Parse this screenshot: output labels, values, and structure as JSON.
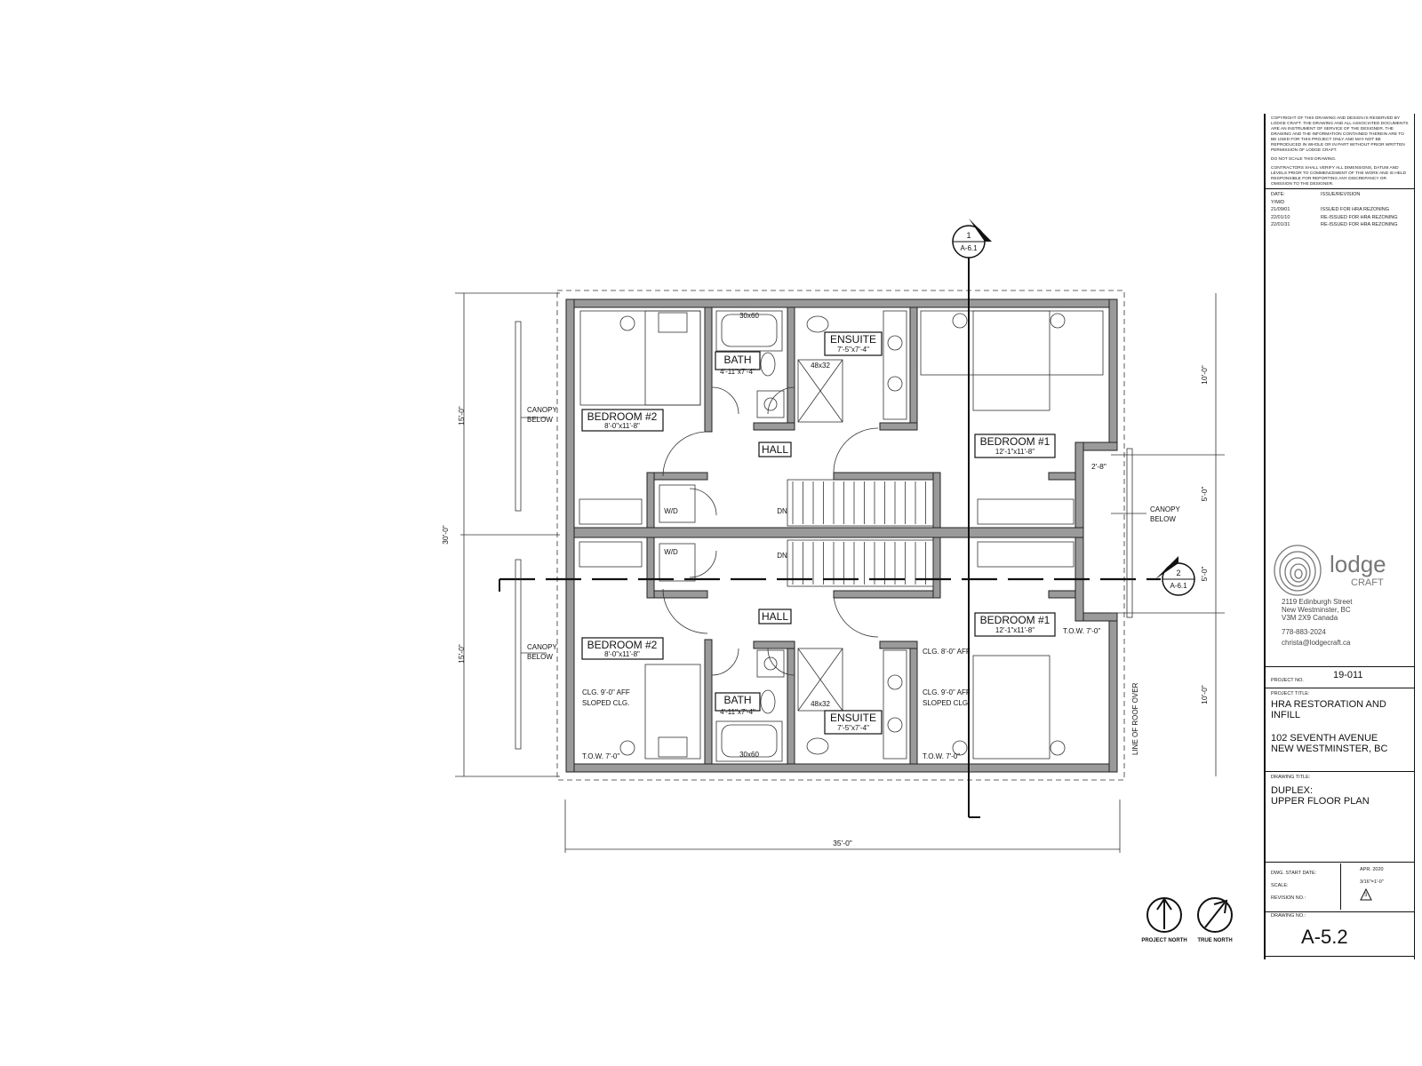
{
  "plan": {
    "overall_width": "35'-0\"",
    "overall_depth": "30'-0\"",
    "dims_left": [
      "15'-0\"",
      "15'-0\""
    ],
    "dims_right": [
      "10'-0\"",
      "5'-0\"",
      "5'-0\"",
      "10'-0\""
    ],
    "dim_2_8": "2'-8\"",
    "canopy": [
      "CANOPY",
      "BELOW"
    ],
    "unit_upper": {
      "bedroom2": {
        "name": "BEDROOM #2",
        "size": "8'-0\"x11'-8\""
      },
      "bath": {
        "name": "BATH",
        "size": "4'-11\"x7'-4\""
      },
      "ensuite": {
        "name": "ENSUITE",
        "size": "7'-5\"x7'-4\""
      },
      "bedroom1": {
        "name": "BEDROOM #1",
        "size": "12'-1\"x11'-8\""
      },
      "hall": "HALL",
      "tub": "30x60",
      "shower": "48x32",
      "wd": "W/D",
      "dn": "DN"
    },
    "unit_lower": {
      "bedroom2": {
        "name": "BEDROOM #2",
        "size": "8'-0\"x11'-8\""
      },
      "bath": {
        "name": "BATH",
        "size": "4'-11\"x7'-4\""
      },
      "ensuite": {
        "name": "ENSUITE",
        "size": "7'-5\"x7'-4\""
      },
      "bedroom1": {
        "name": "BEDROOM #1",
        "size": "12'-1\"x11'-8\""
      },
      "hall": "HALL",
      "tub": "30x60",
      "shower": "48x32",
      "wd": "W/D",
      "dn": "DN",
      "clg_left": "CLG. 9'-0\" AFF",
      "sloped_left": "SLOPED CLG.",
      "tow_left": "T.O.W. 7'-0\"",
      "clg_right_top": "CLG. 8'-0\" AFF",
      "clg_right": "CLG. 9'-0\" AFF",
      "sloped_right": "SLOPED CLG.",
      "tow_right": "T.O.W. 7'-0\"",
      "tow_upper_right": "T.O.W. 7'-0\"",
      "roof_line": "LINE OF ROOF OVER"
    },
    "section1": {
      "num": "1",
      "ref": "A-6.1"
    },
    "section2": {
      "num": "2",
      "ref": "A-6.1"
    },
    "north": {
      "project": "PROJECT NORTH",
      "true": "TRUE NORTH"
    }
  },
  "title_block": {
    "copyright": "COPYRIGHT OF THIS DRAWING AND DESIGN IS RESERVED BY LODGE CRAFT. THE DRAWING AND ALL ASSOCIATED DOCUMENTS ARE AN INSTRUMENT OF SERVICE OF THE DESIGNER. THE DRAWING AND THE INFORMATION CONTAINED THEREIN ARE TO BE USED FOR THIS PROJECT ONLY AND MAY NOT BE REPRODUCED IN WHOLE OR IN PART WITHOUT PRIOR WRITTEN PERMISSION OF LODGE CRAFT.",
    "do_not_scale": "DO NOT SCALE THIS DRAWING.",
    "contractors": "CONTRACTORS SHALL VERIFY ALL DIMENSIONS, DATUM AND LEVELS PRIOR TO COMMENCEMENT OF THE WORK AND IS HELD RESPONSIBLE FOR REPORTING ANY DISCREPANCY OR OMISSION TO THE DESIGNER.",
    "rev_header": {
      "date": "DATE:",
      "ymd": "Y/M/D",
      "issue": "ISSUE/REVISION"
    },
    "revisions": [
      {
        "date": "21/09/01",
        "desc": "ISSUED FOR HRA REZONING"
      },
      {
        "date": "22/01/10",
        "desc": "RE-ISSUED FOR HRA REZONING"
      },
      {
        "date": "22/01/31",
        "desc": "RE-ISSUED FOR HRA REZONING"
      }
    ],
    "logo_word": "lodge",
    "logo_sub": "CRAFT",
    "address": [
      "2119 Edinburgh Street",
      "New Westminster, BC",
      "V3M 2X9 Canada"
    ],
    "phone": "778-883-2024",
    "email": "christa@lodgecraft.ca",
    "project_no_label": "PROJECT NO.",
    "project_no": "19-011",
    "project_title_label": "PROJECT TITLE:",
    "project_title": [
      "HRA RESTORATION AND",
      "INFILL"
    ],
    "project_address": [
      "102 SEVENTH AVENUE",
      "NEW WESTMINSTER, BC"
    ],
    "drawing_title_label": "DRAWING TITLE:",
    "drawing_title": [
      "DUPLEX:",
      "UPPER FLOOR PLAN"
    ],
    "start_date_label": "DWG. START DATE:",
    "start_date": "APR. 2020",
    "scale_label": "SCALE:",
    "scale": "3/16\"=1'-0\"",
    "revision_label": "REVISION NO.:",
    "revision": "3",
    "drawing_no_label": "DRAWING NO.:",
    "drawing_no": "A-5.2"
  }
}
